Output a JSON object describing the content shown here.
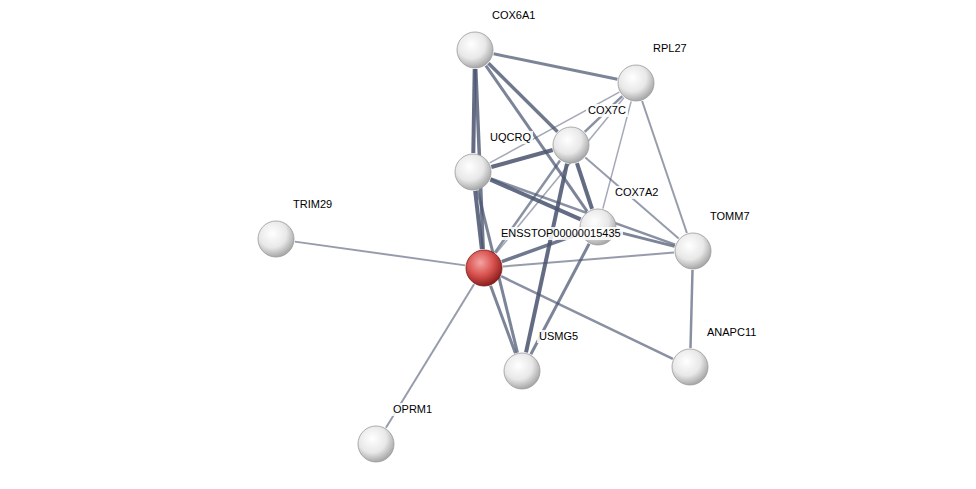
{
  "diagram": {
    "nodes": [
      {
        "text": [
          "COX6A1"
        ]
      },
      {
        "text": [
          "RPL27"
        ]
      },
      {
        "text": [
          "COX7C"
        ]
      },
      {
        "text": [
          "UQCRQ"
        ]
      },
      {
        "text": [
          "TRIM29"
        ]
      },
      {
        "text": [
          "COX7A2"
        ]
      },
      {
        "text": [
          "ENSSTOP00000015435"
        ]
      },
      {
        "text": [
          "TOMM7"
        ]
      },
      {
        "text": [
          "USMG5"
        ]
      },
      {
        "text": [
          "ANAPC11"
        ]
      },
      {
        "text": [
          "OPRM1"
        ]
      }
    ],
    "edges": [
      {
        "from": 0,
        "to": 1,
        "arrow": "none"
      },
      {
        "from": 0,
        "to": 2,
        "arrow": "none"
      },
      {
        "from": 0,
        "to": 3,
        "arrow": "none"
      },
      {
        "from": 0,
        "to": 5,
        "arrow": "none"
      },
      {
        "from": 0,
        "to": 6,
        "arrow": "none"
      },
      {
        "from": 1,
        "to": 2,
        "arrow": "none"
      },
      {
        "from": 1,
        "to": 3,
        "arrow": "none"
      },
      {
        "from": 1,
        "to": 5,
        "arrow": "none"
      },
      {
        "from": 1,
        "to": 7,
        "arrow": "none"
      },
      {
        "from": 1,
        "to": 6,
        "arrow": "none"
      },
      {
        "from": 2,
        "to": 3,
        "arrow": "none"
      },
      {
        "from": 2,
        "to": 5,
        "arrow": "none"
      },
      {
        "from": 2,
        "to": 6,
        "arrow": "none"
      },
      {
        "from": 2,
        "to": 8,
        "arrow": "none"
      },
      {
        "from": 2,
        "to": 7,
        "arrow": "none"
      },
      {
        "from": 3,
        "to": 5,
        "arrow": "none"
      },
      {
        "from": 3,
        "to": 6,
        "arrow": "none"
      },
      {
        "from": 3,
        "to": 8,
        "arrow": "none"
      },
      {
        "from": 3,
        "to": 7,
        "arrow": "none"
      },
      {
        "from": 5,
        "to": 6,
        "arrow": "none"
      },
      {
        "from": 5,
        "to": 8,
        "arrow": "none"
      },
      {
        "from": 5,
        "to": 7,
        "arrow": "none"
      },
      {
        "from": 6,
        "to": 7,
        "arrow": "none"
      },
      {
        "from": 6,
        "to": 8,
        "arrow": "none"
      },
      {
        "from": 6,
        "to": 9,
        "arrow": "none"
      },
      {
        "from": 6,
        "to": 4,
        "arrow": "none"
      },
      {
        "from": 6,
        "to": 10,
        "arrow": "none"
      },
      {
        "from": 7,
        "to": 9,
        "arrow": "none"
      }
    ]
  }
}
